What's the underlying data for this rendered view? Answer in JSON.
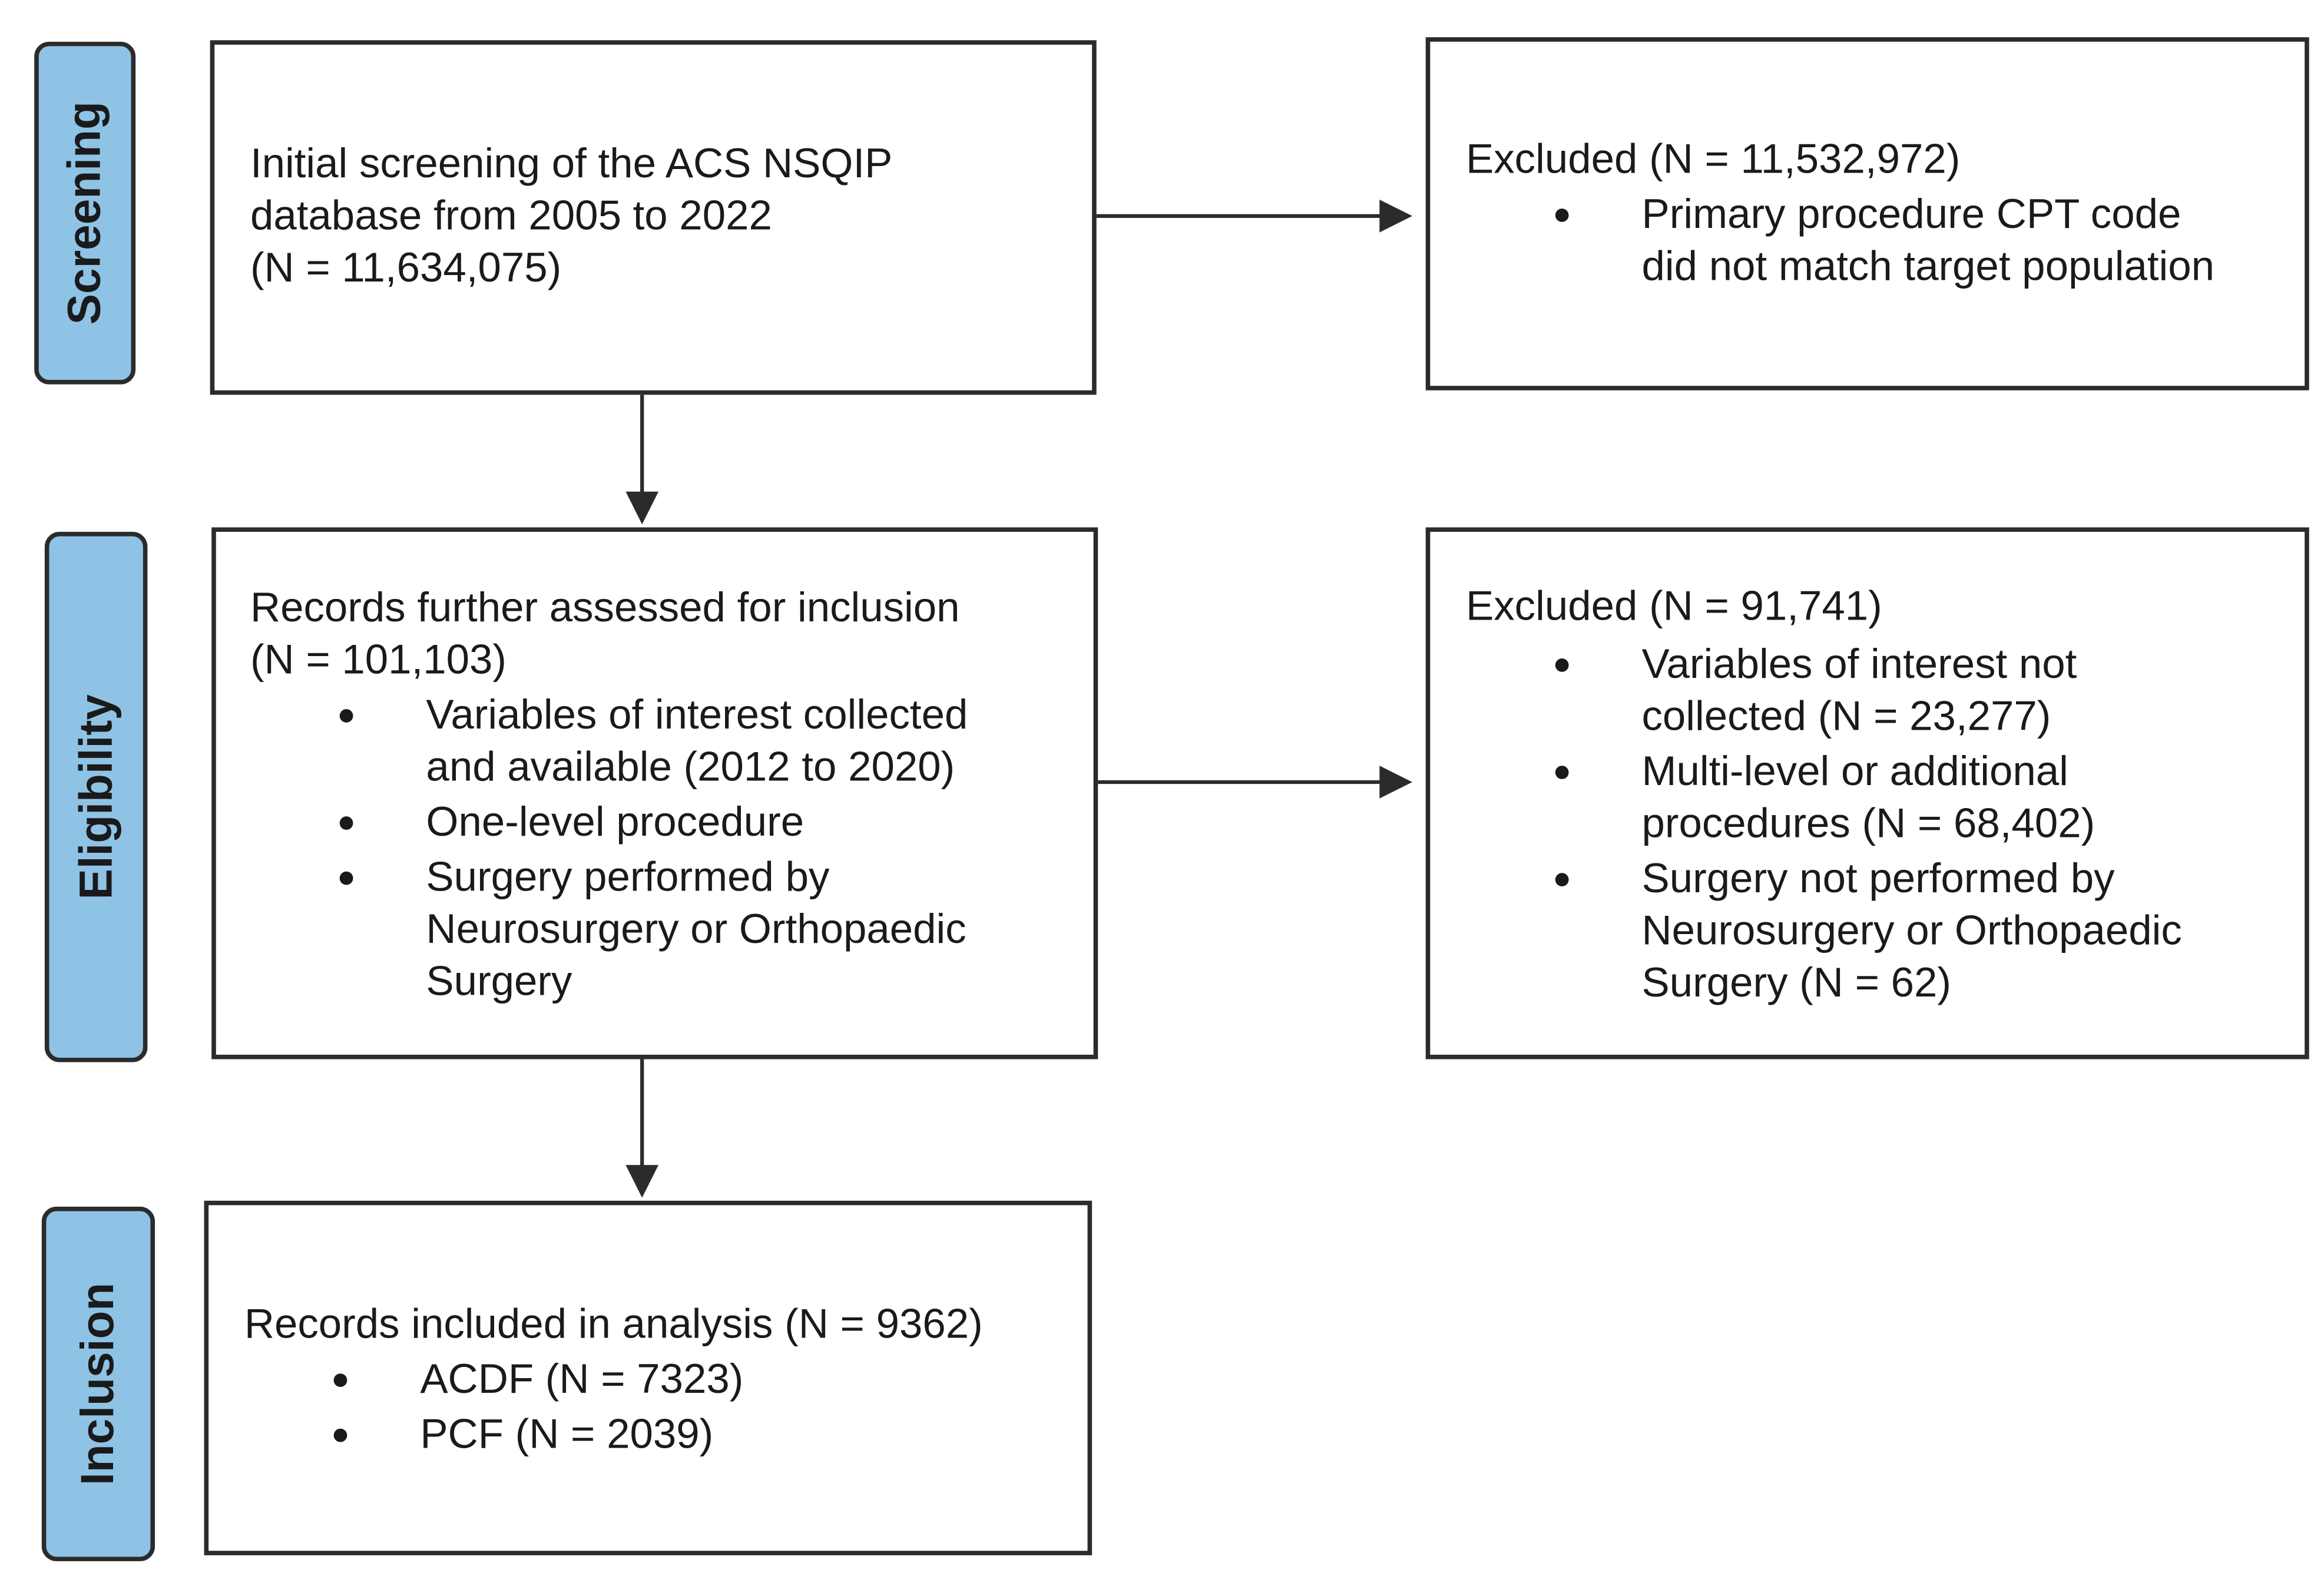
{
  "phases": {
    "screening": "Screening",
    "eligibility": "Eligibility",
    "inclusion": "Inclusion"
  },
  "screening_box": {
    "lines": [
      "Initial screening of the ACS NSQIP",
      "database from 2005 to 2022",
      "(N = 11,634,075)"
    ]
  },
  "screening_excluded": {
    "heading": "Excluded (N = 11,532,972)",
    "items": [
      [
        "Primary procedure CPT code",
        "did not match target population"
      ]
    ]
  },
  "eligibility_box": {
    "heading_lines": [
      "Records further assessed for inclusion",
      "(N = 101,103)"
    ],
    "items": [
      [
        "Variables of interest collected",
        "and available (2012 to 2020)"
      ],
      [
        "One-level procedure"
      ],
      [
        "Surgery performed by",
        "Neurosurgery or Orthopaedic",
        "Surgery"
      ]
    ]
  },
  "eligibility_excluded": {
    "heading": "Excluded (N = 91,741)",
    "items": [
      [
        "Variables of interest not",
        "collected (N = 23,277)"
      ],
      [
        "Multi-level or additional",
        "procedures (N = 68,402)"
      ],
      [
        "Surgery not performed by",
        "Neurosurgery or Orthopaedic",
        "Surgery (N = 62)"
      ]
    ]
  },
  "inclusion_box": {
    "heading": "Records included in analysis (N = 9362)",
    "items": [
      [
        "ACDF (N = 7323)"
      ],
      [
        "PCF (N = 2039)"
      ]
    ]
  },
  "colors": {
    "phase_fill": "#8fc3e6",
    "border": "#2b2b2b"
  }
}
